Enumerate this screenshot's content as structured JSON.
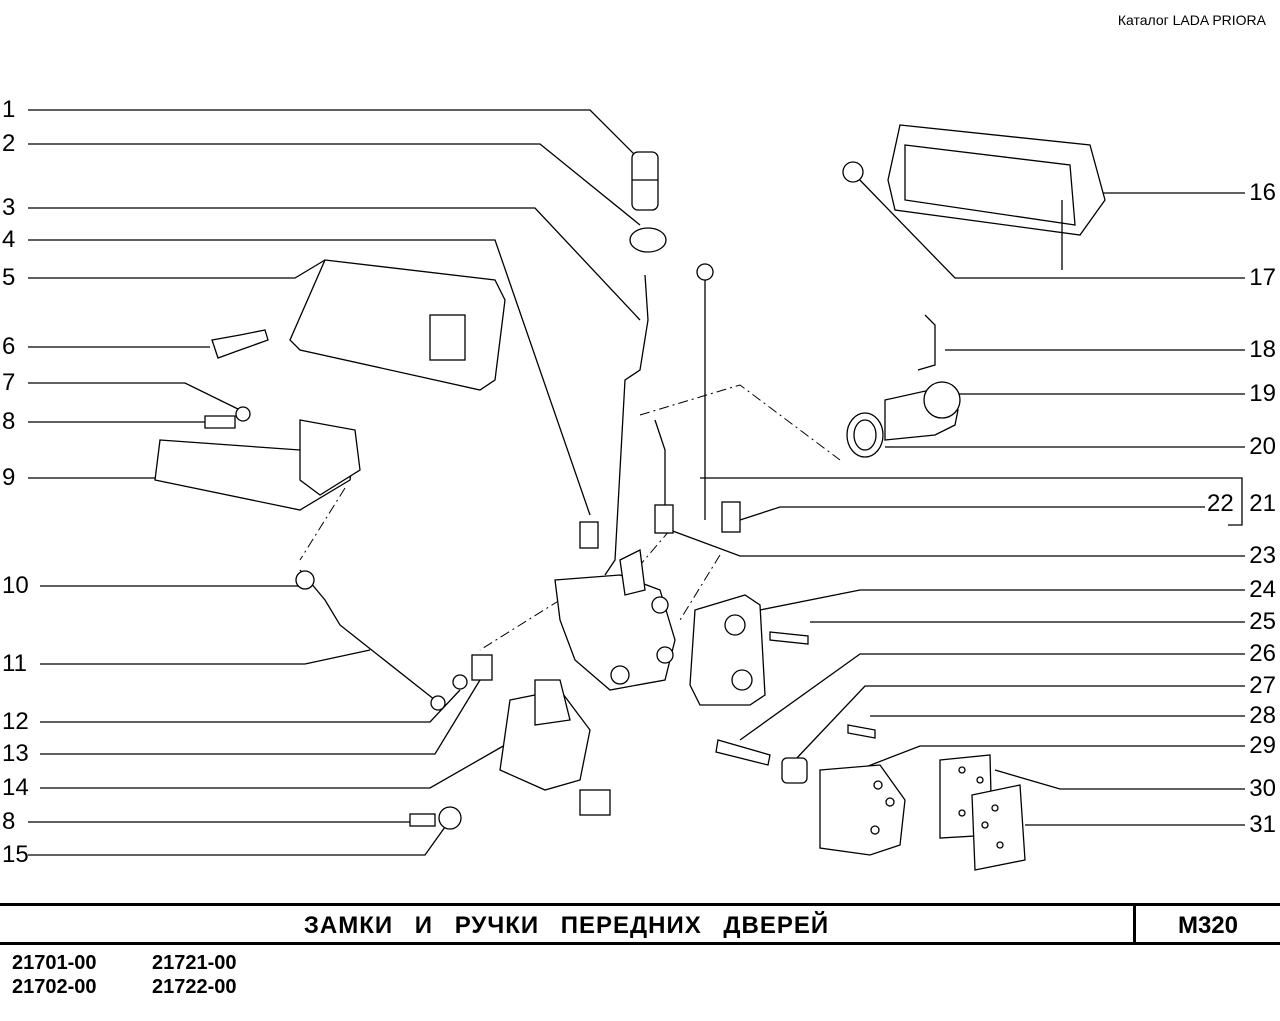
{
  "catalog_label": "Каталог  LADA  PRIORA",
  "title": "ЗАМКИ  И  РУЧКИ  ПЕРЕДНИХ  ДВЕРЕЙ",
  "page_code": "M320",
  "models": [
    "21701-00",
    "21721-00",
    "21702-00",
    "21722-00"
  ],
  "callouts_left": [
    "1",
    "2",
    "3",
    "4",
    "5",
    "6",
    "7",
    "8",
    "9",
    "10",
    "11",
    "12",
    "13",
    "14",
    "8",
    "15"
  ],
  "callouts_right": [
    "16",
    "17",
    "18",
    "19",
    "20",
    "22",
    "21",
    "23",
    "24",
    "25",
    "26",
    "27",
    "28",
    "29",
    "30",
    "31"
  ]
}
